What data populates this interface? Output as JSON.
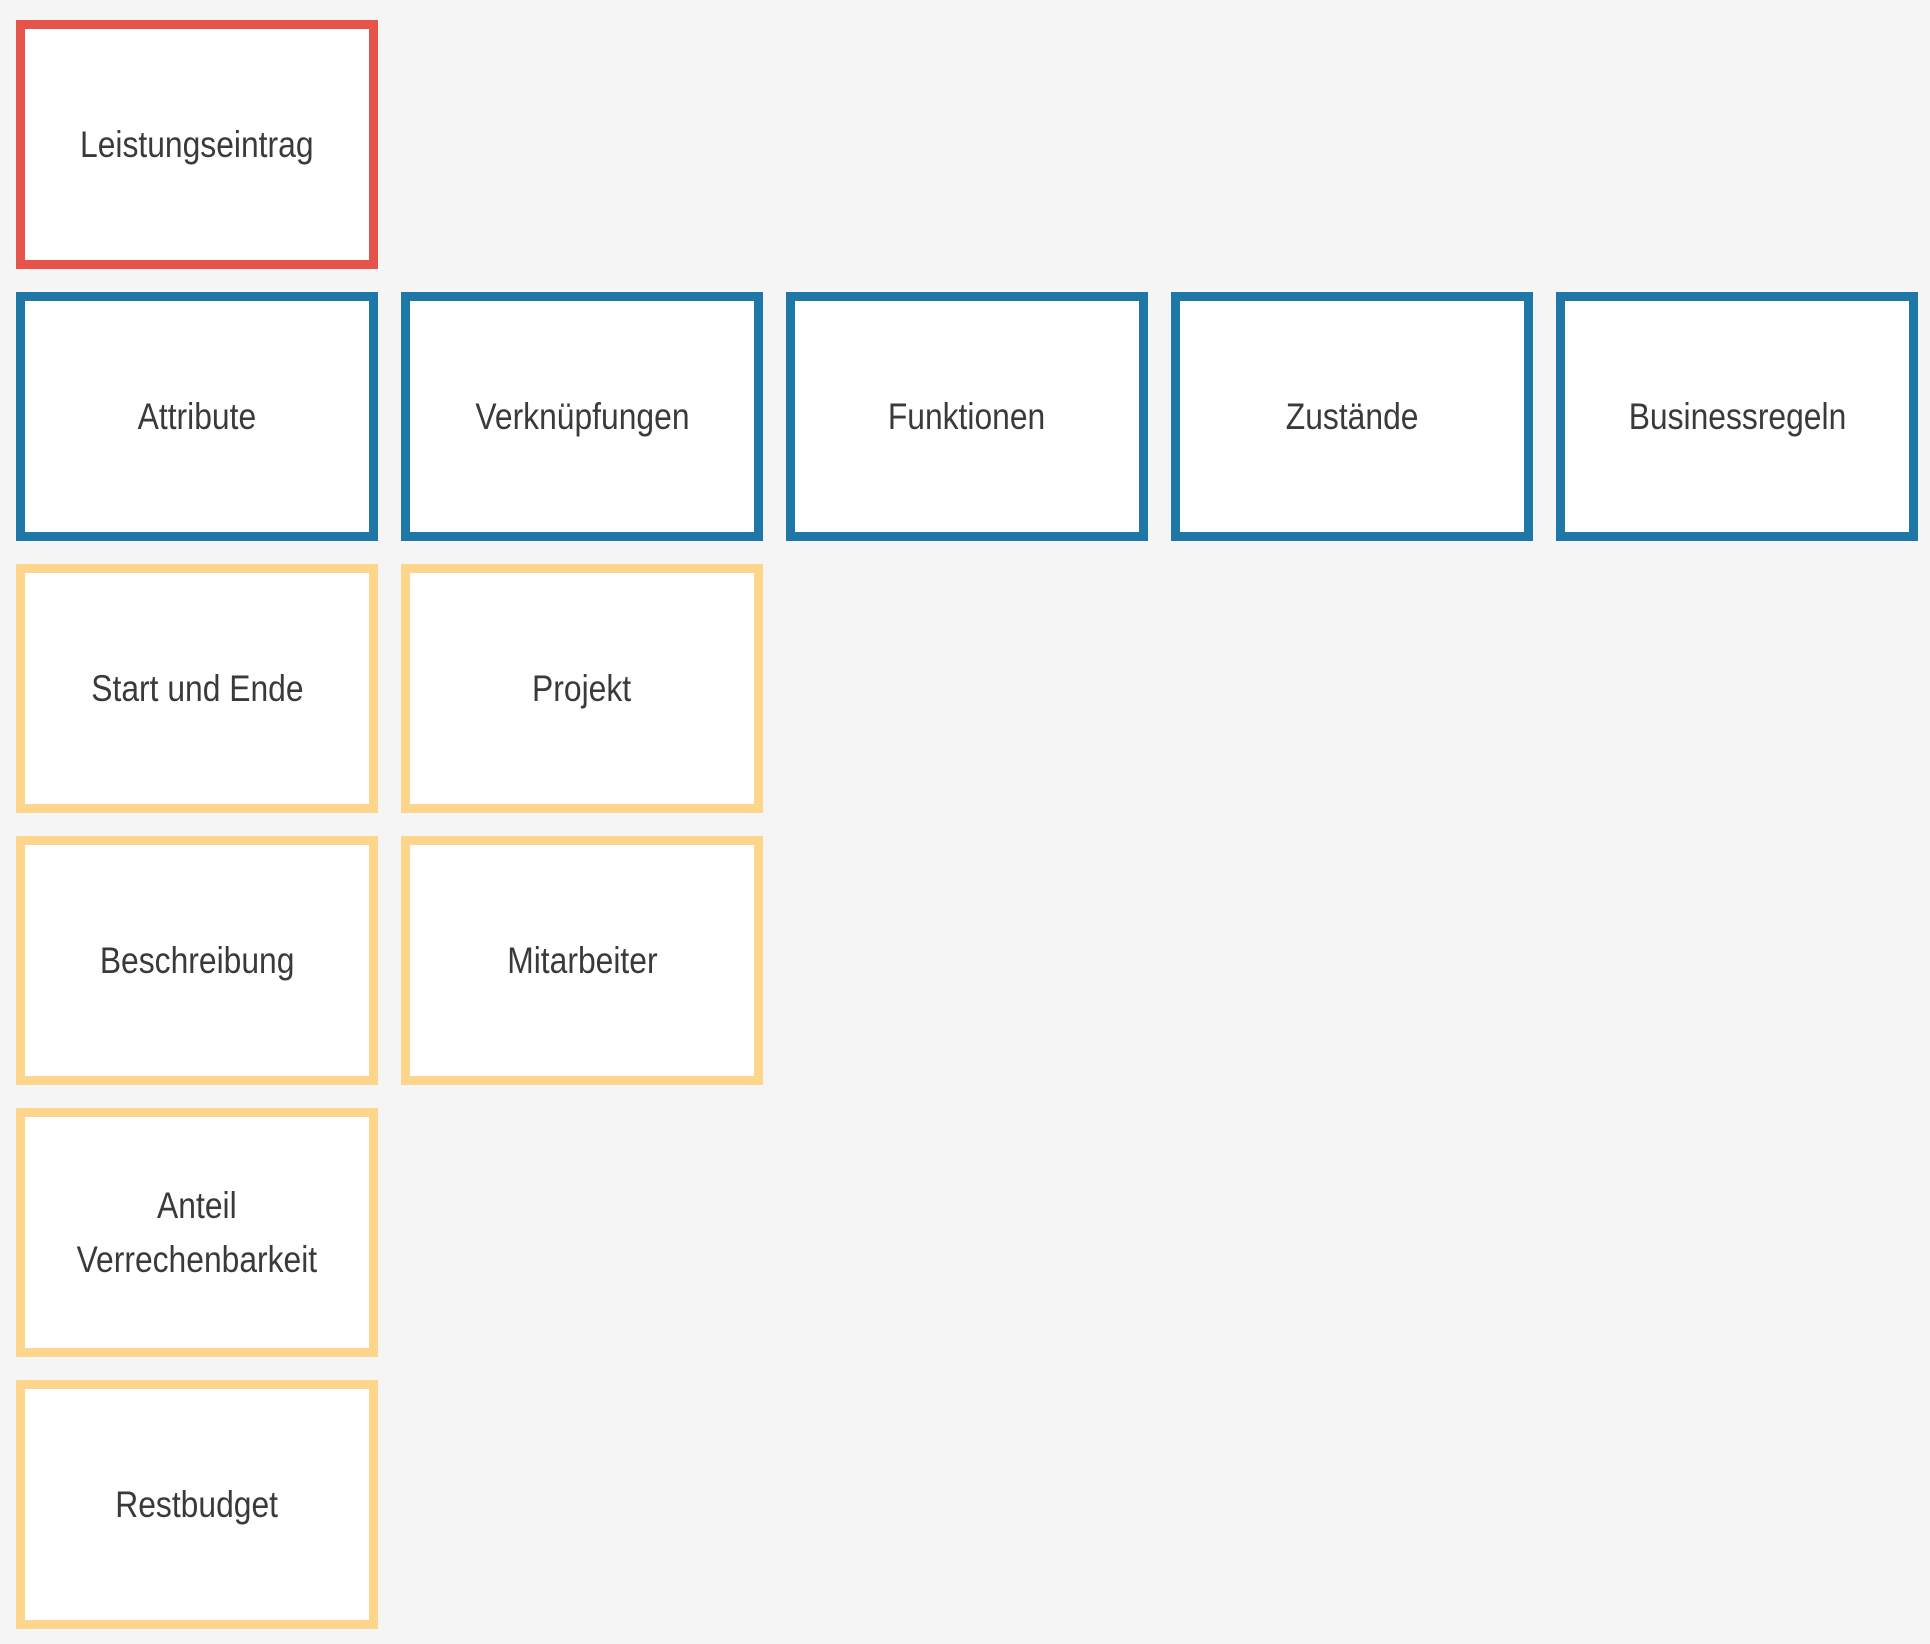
{
  "colors": {
    "background": "#f5f5f5",
    "entity_border": "#e5534b",
    "category_border": "#1f77a8",
    "item_border": "#fdd68b",
    "text": "#3a3a3a"
  },
  "entity": {
    "label": "Leistungseintrag"
  },
  "categories": [
    {
      "label": "Attribute"
    },
    {
      "label": "Verknüpfungen"
    },
    {
      "label": "Funktionen"
    },
    {
      "label": "Zustände"
    },
    {
      "label": "Businessregeln"
    }
  ],
  "attributes": [
    {
      "line1": "Start und Ende"
    },
    {
      "line1": "Beschreibung"
    },
    {
      "line1": "Anteil",
      "line2": "Verrechenbarkeit"
    },
    {
      "line1": "Restbudget"
    }
  ],
  "links": [
    {
      "label": "Projekt"
    },
    {
      "label": "Mitarbeiter"
    }
  ]
}
